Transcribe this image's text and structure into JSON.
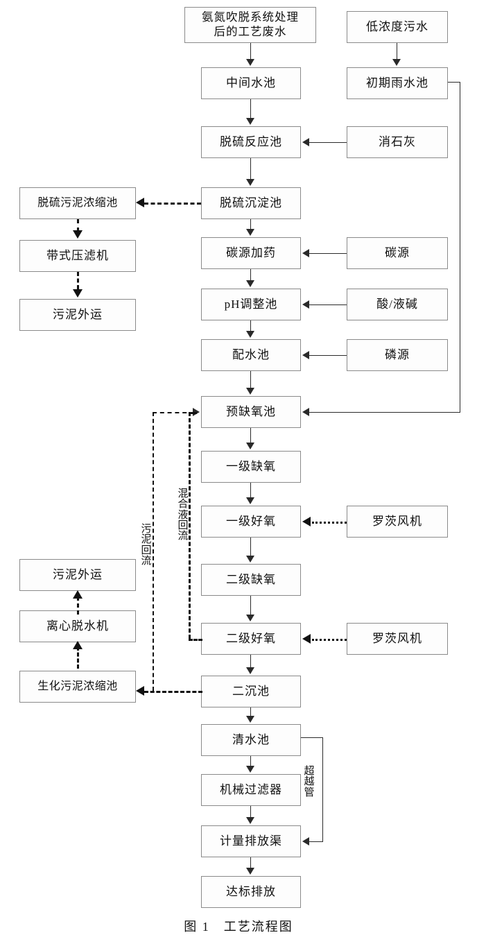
{
  "figure": {
    "caption": "图 1　工艺流程图"
  },
  "nodes": {
    "process_wastewater": "氨氮吹脱系统处理\n后的工艺废水",
    "low_conc_sewage": "低浓度污水",
    "intermediate_pool": "中间水池",
    "initial_rain_pool": "初期雨水池",
    "desulf_reaction_pool": "脱硫反应池",
    "slaked_lime": "消石灰",
    "desulf_sedimentation_pool": "脱硫沉淀池",
    "desulf_sludge_thickener": "脱硫污泥浓缩池",
    "belt_filter_press": "带式压滤机",
    "sludge_transport_top": "污泥外运",
    "carbon_dosing": "碳源加药",
    "carbon_source": "碳源",
    "ph_adjust_pool": "pH调整池",
    "acid_alkali": "酸/液碱",
    "distribution_pool": "配水池",
    "phosphorus_source": "磷源",
    "pre_anoxic_pool": "预缺氧池",
    "primary_anoxic": "一级缺氧",
    "primary_aerobic": "一级好氧",
    "roots_blower_1": "罗茨风机",
    "secondary_anoxic": "二级缺氧",
    "secondary_aerobic": "二级好氧",
    "roots_blower_2": "罗茨风机",
    "secondary_clarifier": "二沉池",
    "bio_sludge_thickener": "生化污泥浓缩池",
    "centrifugal_dehydrator": "离心脱水机",
    "sludge_transport_bottom": "污泥外运",
    "clean_water_pool": "清水池",
    "mechanical_filter": "机械过滤器",
    "metering_discharge_channel": "计量排放渠",
    "compliant_discharge": "达标排放"
  },
  "flow_labels": {
    "sludge_return": "污泥回流",
    "mixed_liquor_return": "混合液回流",
    "bypass_pipe": "超越管"
  },
  "colors": {
    "box_border": "#8a8a8a",
    "line": "#2a2a2a",
    "text": "#111111",
    "background": "#ffffff"
  }
}
